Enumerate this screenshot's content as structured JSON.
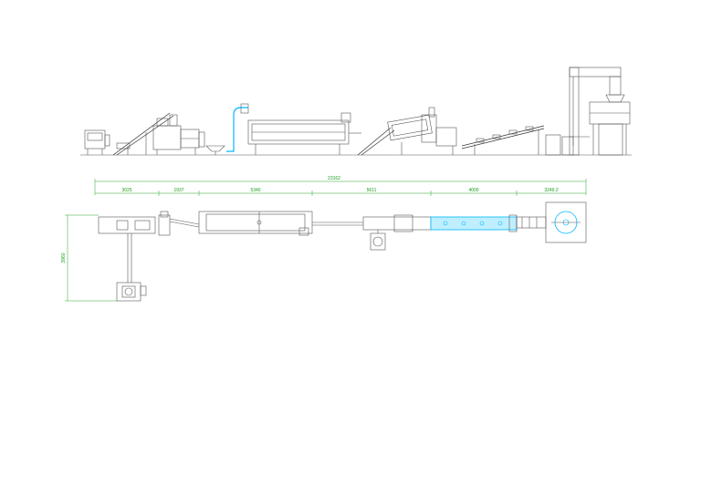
{
  "drawing": {
    "total_dimension": "23162",
    "segment_dimensions": [
      "3025",
      "1937",
      "5340",
      "5611",
      "4000",
      "3249.2"
    ],
    "vertical_dimension": "3960",
    "colors": {
      "line": "#555555",
      "dimension": "#1a9e1a",
      "accent": "#00b7ff",
      "accent_fill": "#bfefff"
    }
  }
}
